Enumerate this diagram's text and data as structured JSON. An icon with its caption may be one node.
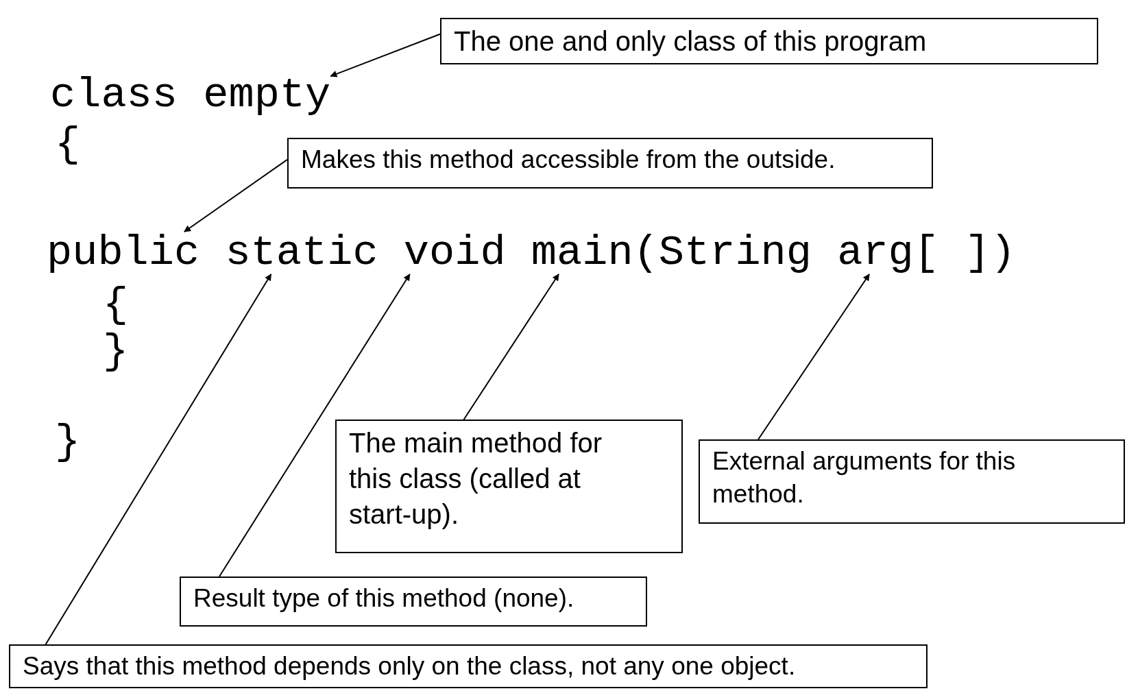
{
  "diagram": {
    "nodes": [
      {
        "text": [
          "The one and only class of this program"
        ]
      },
      {
        "text": [
          "Makes this method accessible from the outside."
        ]
      },
      {
        "text": [
          "The main method for this class (called at start-up)."
        ]
      },
      {
        "text": [
          "External arguments for this method."
        ]
      },
      {
        "text": [
          "Result type of this method (none)."
        ]
      },
      {
        "text": [
          "Says that this method depends only on the class, not any one object."
        ]
      },
      {
        "text": [
          "class empty"
        ]
      },
      {
        "text": [
          "public"
        ]
      },
      {
        "text": [
          "static"
        ]
      },
      {
        "text": [
          "void"
        ]
      },
      {
        "text": [
          "main"
        ]
      },
      {
        "text": [
          "(String"
        ]
      },
      {
        "text": [
          "arg[ ])"
        ]
      }
    ],
    "edges": [
      {
        "from": 0,
        "to": 6,
        "arrow": "to"
      },
      {
        "from": 1,
        "to": 7,
        "arrow": "to"
      },
      {
        "from": 5,
        "to": 8,
        "arrow": "to"
      },
      {
        "from": 4,
        "to": 9,
        "arrow": "to"
      },
      {
        "from": 2,
        "to": 10,
        "arrow": "to"
      },
      {
        "from": 3,
        "to": 12,
        "arrow": "to"
      }
    ],
    "labels": [
      "{",
      "{",
      "}",
      "}"
    ]
  }
}
